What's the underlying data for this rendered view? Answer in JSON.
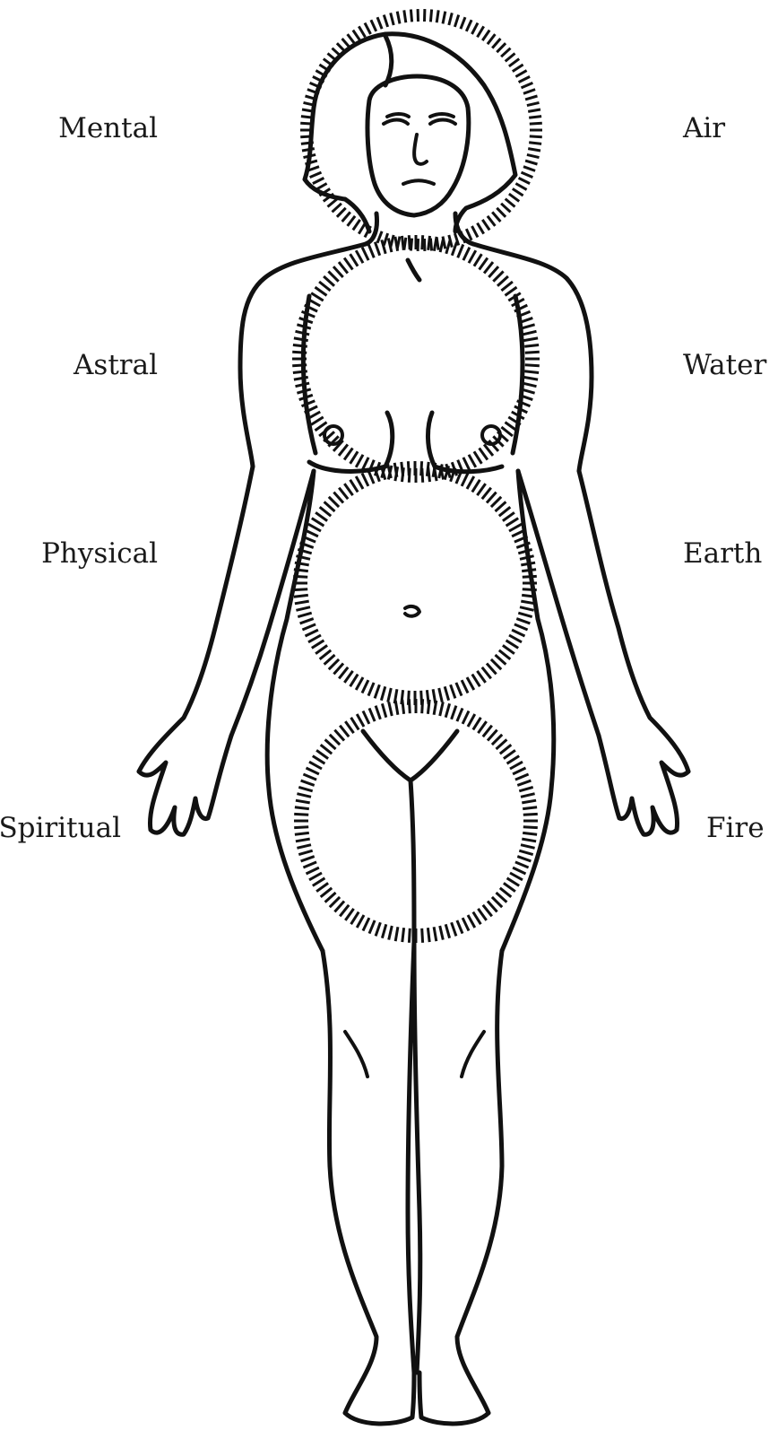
{
  "labels": {
    "left": [
      "Mental",
      "Astral",
      "Physical",
      "Spiritual"
    ],
    "right": [
      "Air",
      "Water",
      "Earth",
      "Fire"
    ]
  },
  "colors": {
    "ink": "#111111",
    "background": "#ffffff"
  }
}
